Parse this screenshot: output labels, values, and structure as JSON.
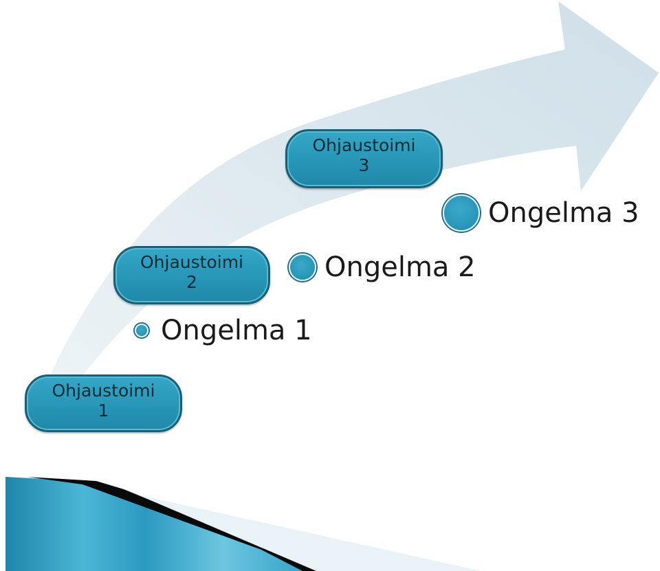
{
  "steps": [
    {
      "line1": "Ohjaustoimi",
      "line2": "1"
    },
    {
      "line1": "Ohjaustoimi",
      "line2": "2"
    },
    {
      "line1": "Ohjaustoimi",
      "line2": "3"
    }
  ],
  "problems": [
    {
      "label": "Ongelma 1"
    },
    {
      "label": "Ongelma 2"
    },
    {
      "label": "Ongelma 3"
    }
  ],
  "colors": {
    "arrow": "#d6e4ec",
    "pill": "#2b9ab9",
    "pill_border": "#1a5f75",
    "dot": "#2a98ba",
    "corner_accent": "#3aa6c8"
  }
}
